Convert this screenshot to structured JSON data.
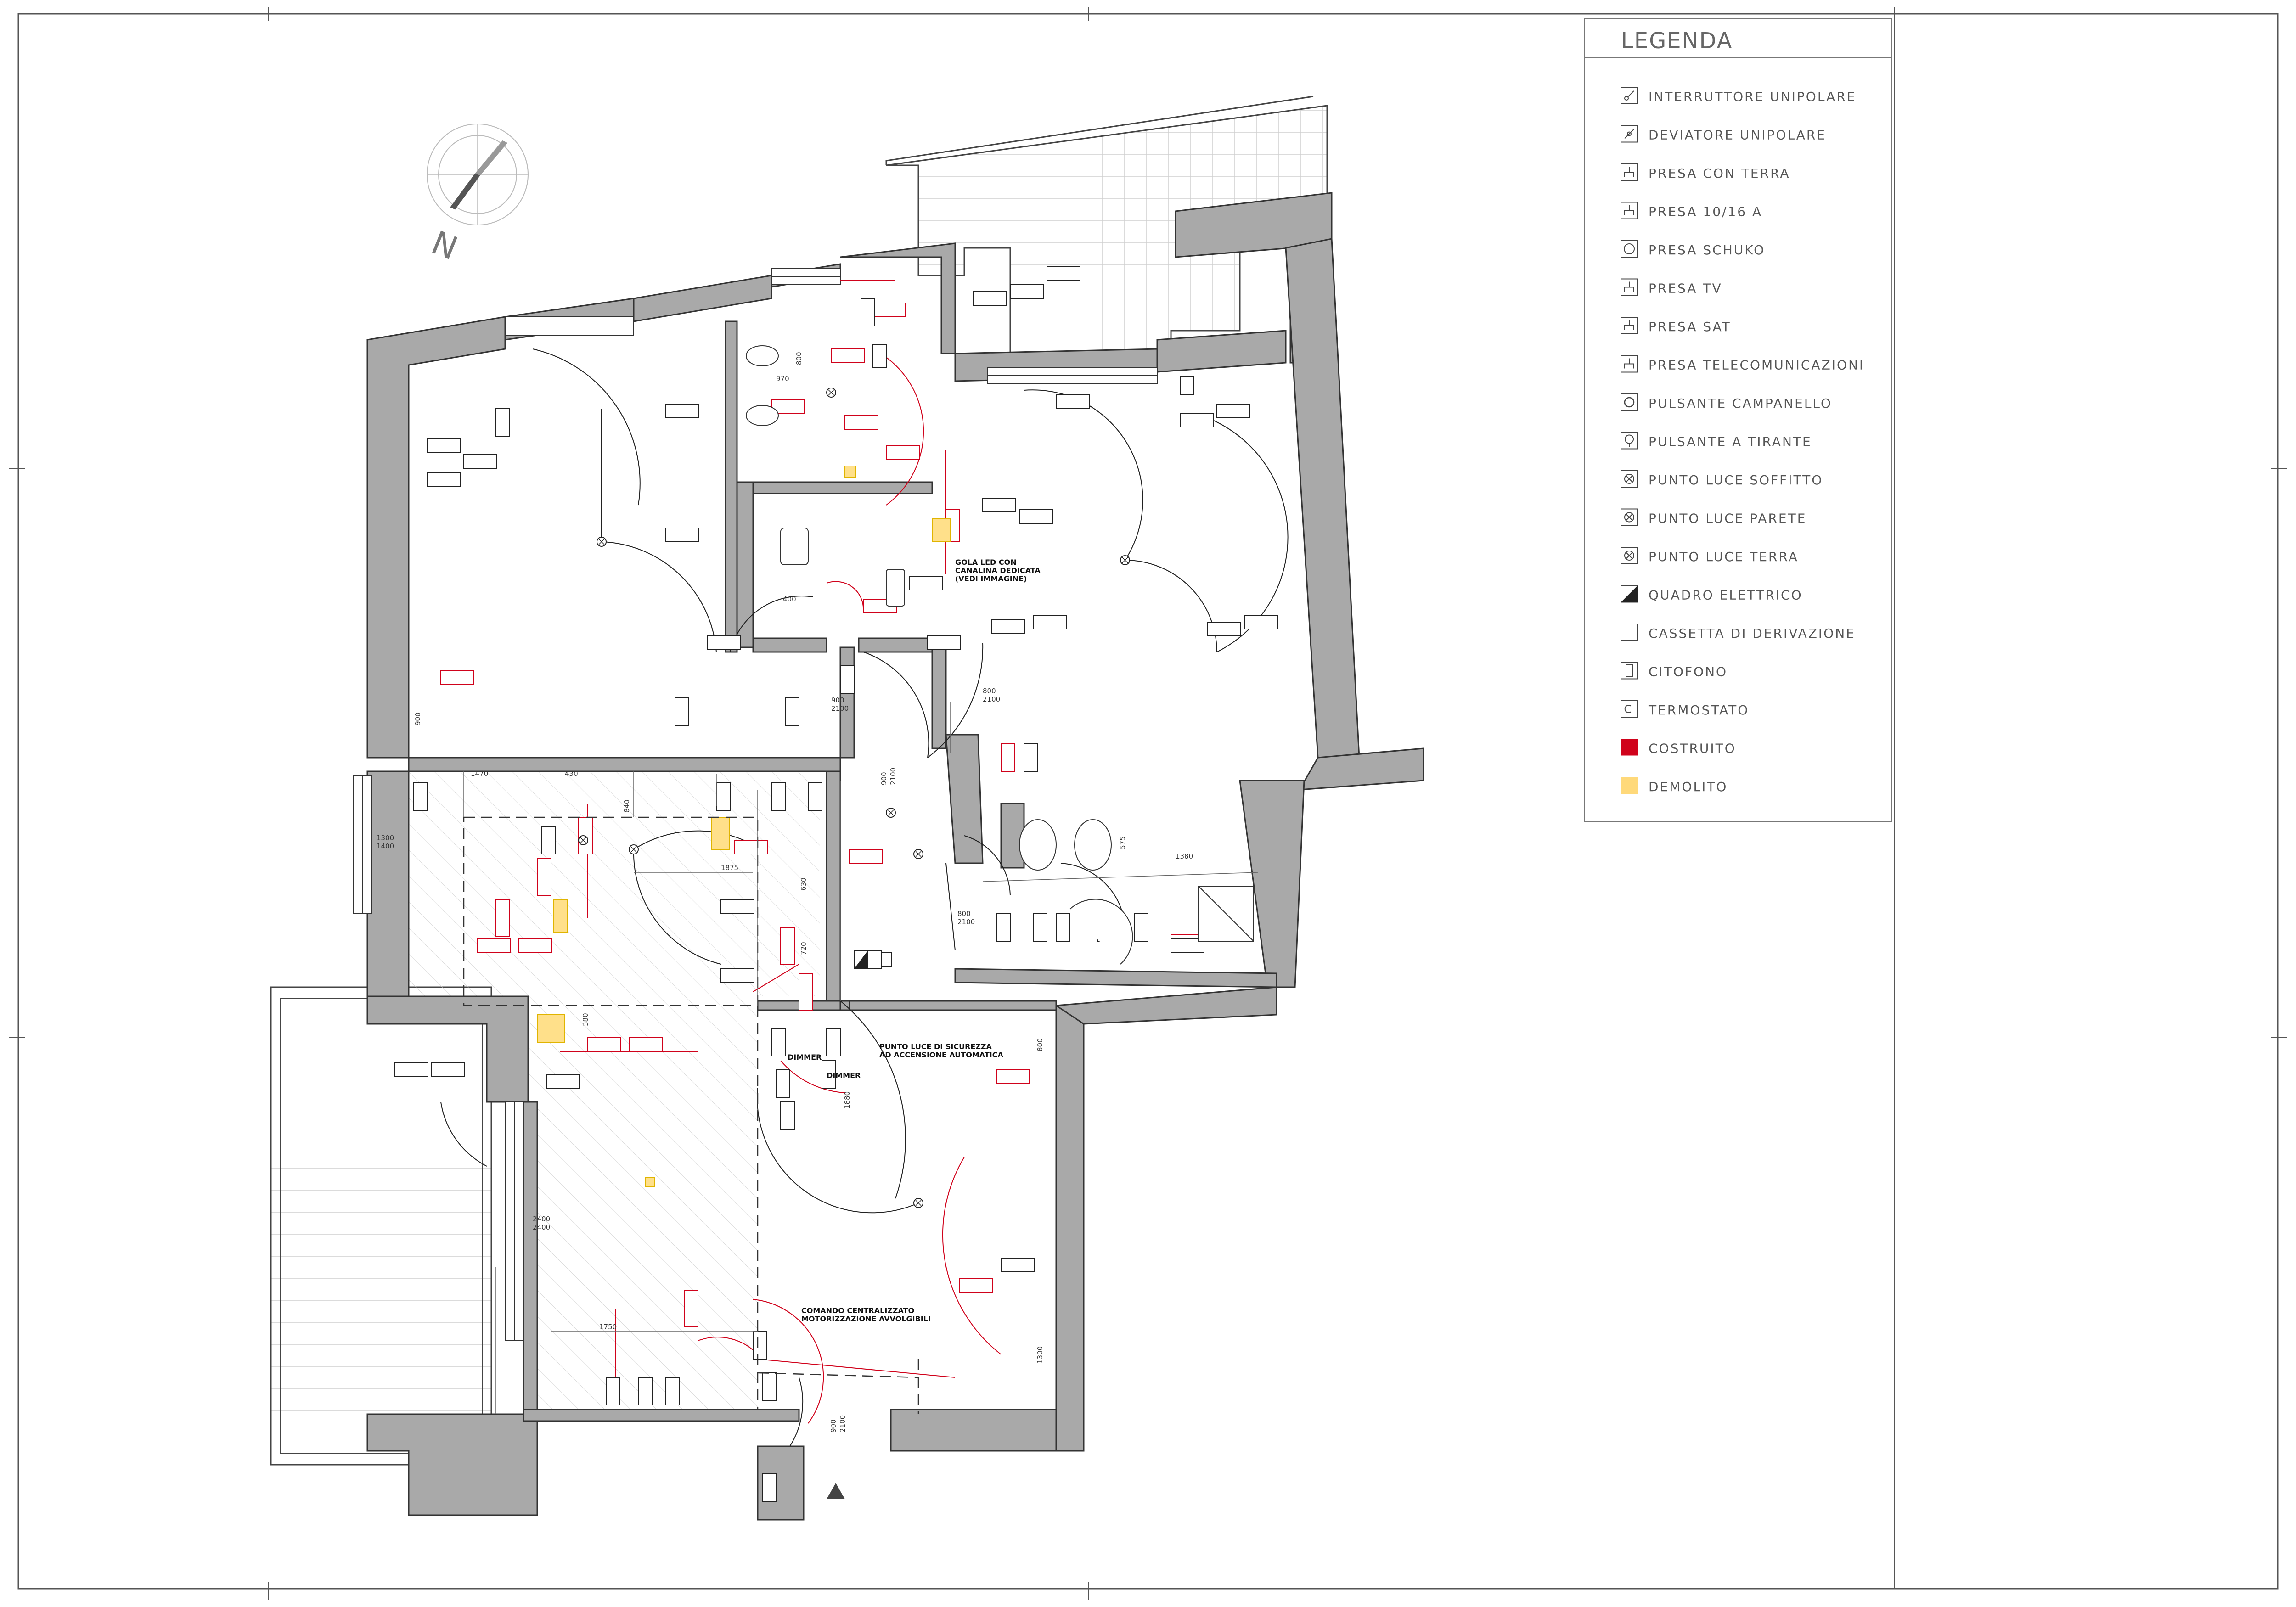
{
  "legend": {
    "title": "LEGENDA",
    "items": [
      {
        "label": "INTERRUTTORE UNIPOLARE",
        "icon": "switch-icon"
      },
      {
        "label": "DEVIATORE UNIPOLARE",
        "icon": "two-way-switch-icon"
      },
      {
        "label": "PRESA CON TERRA",
        "icon": "earthed-socket-icon"
      },
      {
        "label": "PRESA 10/16 A",
        "icon": "socket-10-16-icon"
      },
      {
        "label": "PRESA SCHUKO",
        "icon": "schuko-socket-icon"
      },
      {
        "label": "PRESA TV",
        "icon": "tv-socket-icon"
      },
      {
        "label": "PRESA SAT",
        "icon": "sat-socket-icon"
      },
      {
        "label": "PRESA TELECOMUNICAZIONI",
        "icon": "telecom-socket-icon"
      },
      {
        "label": "PULSANTE CAMPANELLO",
        "icon": "bell-button-icon"
      },
      {
        "label": "PULSANTE A TIRANTE",
        "icon": "pull-button-icon"
      },
      {
        "label": "PUNTO LUCE SOFFITTO",
        "icon": "ceiling-light-icon"
      },
      {
        "label": "PUNTO LUCE PARETE",
        "icon": "wall-light-icon"
      },
      {
        "label": "PUNTO LUCE TERRA",
        "icon": "floor-light-icon"
      },
      {
        "label": "QUADRO ELETTRICO",
        "icon": "electric-panel-icon"
      },
      {
        "label": "CASSETTA DI DERIVAZIONE",
        "icon": "junction-box-icon"
      },
      {
        "label": "CITOFONO",
        "icon": "intercom-icon"
      },
      {
        "label": "TERMOSTATO",
        "icon": "thermostat-icon"
      },
      {
        "label": "COSTRUITO",
        "icon": "built-swatch",
        "color": "#d0021b"
      },
      {
        "label": "DEMOLITO",
        "icon": "demolished-swatch",
        "color": "#ffd97a"
      }
    ]
  },
  "compass": {
    "label": "N"
  },
  "notes": {
    "led": [
      "GOLA LED CON",
      "CANALINA DEDICATA",
      "(VEDI IMMAGINE)"
    ],
    "safety": [
      "PUNTO LUCE DI SICUREZZA",
      "AD ACCENSIONE AUTOMATICA"
    ],
    "dimmer1": "DIMMER",
    "dimmer2": "DIMMER",
    "command": [
      "COMANDO CENTRALIZZATO",
      "MOTORIZZAZIONE AVVOLGIBILI"
    ]
  },
  "dimensions": {
    "d970": "970",
    "d800a": "800",
    "d1470": "1470",
    "d430": "430",
    "d840": "840",
    "d1875": "1875",
    "d630": "630",
    "d720": "720",
    "d1300": "1300",
    "d1400": "1400",
    "d900a": "900",
    "d2100a": "2100",
    "d800b": "800",
    "d2100b": "2100",
    "d900b": "900",
    "d2100c": "2100",
    "d1380": "1380",
    "d575": "575",
    "d800c": "800",
    "d2100d": "2100",
    "d1880": "1880",
    "d800d": "800",
    "d2400": "2400",
    "d2400b": "2400",
    "d1750": "1750",
    "d1300b": "1300",
    "d900c": "900",
    "d2100e": "2100",
    "d400": "400",
    "d900d": "900",
    "d380": "380"
  },
  "colors": {
    "built": "#d0021b",
    "demolished": "#ffd97a",
    "wall": "#a9a9a9",
    "line": "#222222"
  }
}
